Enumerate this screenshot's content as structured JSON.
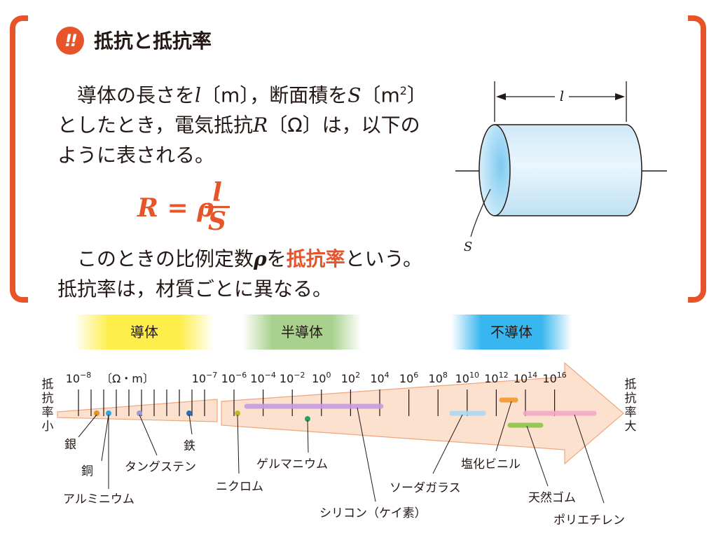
{
  "section": {
    "badge": "!!",
    "title": "抵抗と抵抗率"
  },
  "intro": {
    "t1": "導体の長さを",
    "v_length": "l",
    "t2": "〔m〕，断面積を",
    "v_area": "S",
    "t3": "〔m",
    "t3_sup": "2",
    "t4": "〕としたとき，電気抵抗",
    "v_resist": "R",
    "t5": "〔Ω〕は，以下のように表される。"
  },
  "formula": {
    "lhs": "R = ρ",
    "numerator": "l",
    "denominator": "S"
  },
  "conclusion": {
    "t1": "このときの比例定数",
    "symbol": "ρ",
    "t2": "を",
    "term": "抵抗率",
    "t3": "という。抵抗率は，材質ごとに異なる。"
  },
  "cylinder_diagram": {
    "length_label": "l",
    "area_label": "S"
  },
  "categories": {
    "conductor": "導体",
    "semiconductor": "半導体",
    "insulator": "不導体"
  },
  "scale": {
    "left_label": "抵抗率小",
    "right_label": "抵抗率大",
    "unit": "〔Ω・m〕",
    "ticks_small": [
      {
        "b": "10",
        "e": "−8"
      },
      {
        "b": "10",
        "e": "−7"
      }
    ],
    "ticks_large": [
      {
        "b": "10",
        "e": "−6"
      },
      {
        "b": "10",
        "e": "−4"
      },
      {
        "b": "10",
        "e": "−2"
      },
      {
        "b": "10",
        "e": "0"
      },
      {
        "b": "10",
        "e": "2"
      },
      {
        "b": "10",
        "e": "4"
      },
      {
        "b": "10",
        "e": "6"
      },
      {
        "b": "10",
        "e": "8"
      },
      {
        "b": "10",
        "e": "10"
      },
      {
        "b": "10",
        "e": "12"
      },
      {
        "b": "10",
        "e": "14"
      },
      {
        "b": "10",
        "e": "16"
      }
    ],
    "materials": [
      {
        "name": "銀",
        "color": "#e39425"
      },
      {
        "name": "銅",
        "color": "#2ea7e0"
      },
      {
        "name": "アルミニウム",
        "color": "#2ea7e0"
      },
      {
        "name": "タングステン",
        "color": "#9b9bd8"
      },
      {
        "name": "鉄",
        "color": "#2c6fb3"
      },
      {
        "name": "ニクロム",
        "color": "#c3b82c"
      },
      {
        "name": "ゲルマニウム",
        "color": "#2f9e5c"
      },
      {
        "name": "シリコン（ケイ素）",
        "color": "#c89be0"
      },
      {
        "name": "ソーダガラス",
        "color": "#a9d9f5"
      },
      {
        "name": "塩化ビニル",
        "color": "#f39a2a"
      },
      {
        "name": "天然ゴム",
        "color": "#8cc64a"
      },
      {
        "name": "ポリエチレン",
        "color": "#f5a8c8"
      }
    ]
  },
  "colors": {
    "accent": "#e8542a",
    "arrow_fill": "#fce1cf",
    "arrow_edge": "#f0a57e"
  }
}
